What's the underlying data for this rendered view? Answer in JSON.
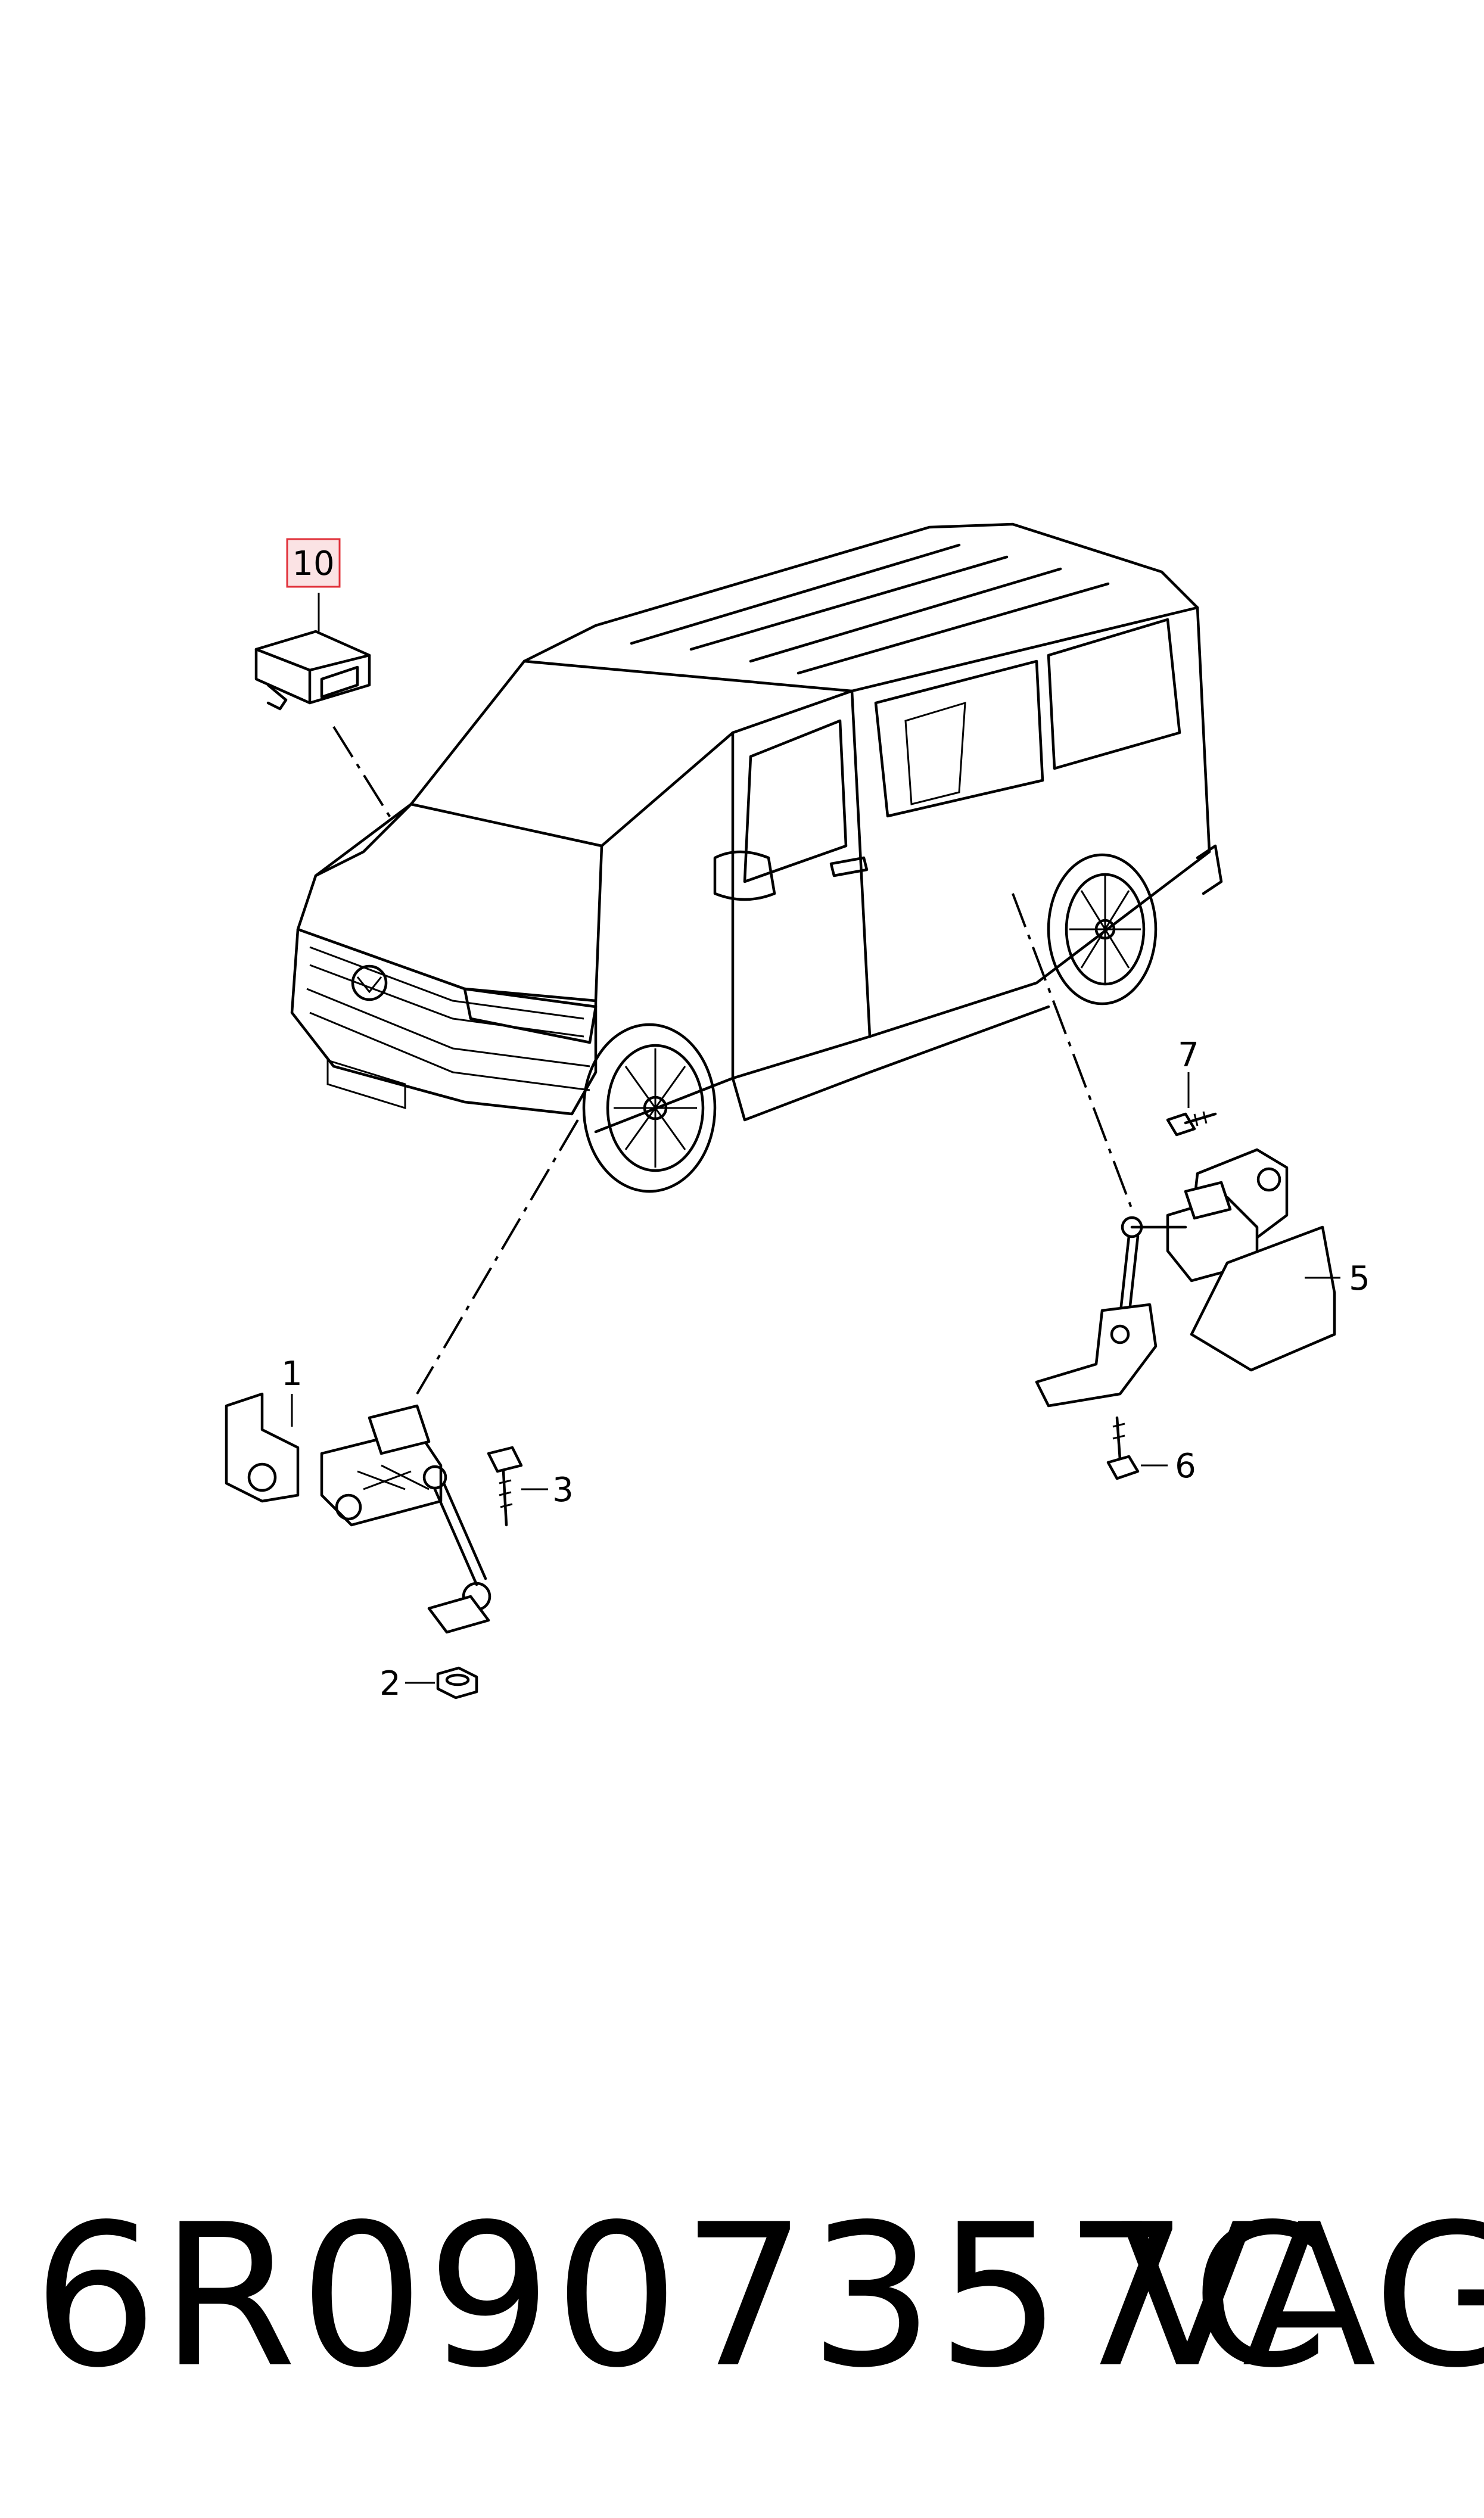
{
  "callouts": {
    "c1": "1",
    "c2": "2",
    "c3": "3",
    "c5": "5",
    "c6": "6",
    "c7": "7",
    "c10": "10"
  },
  "highlight_color": "#e0303a",
  "highlight_fill": "#fbe3e4",
  "footer": {
    "part_number": "6R0907357C",
    "brand": "VAG"
  }
}
